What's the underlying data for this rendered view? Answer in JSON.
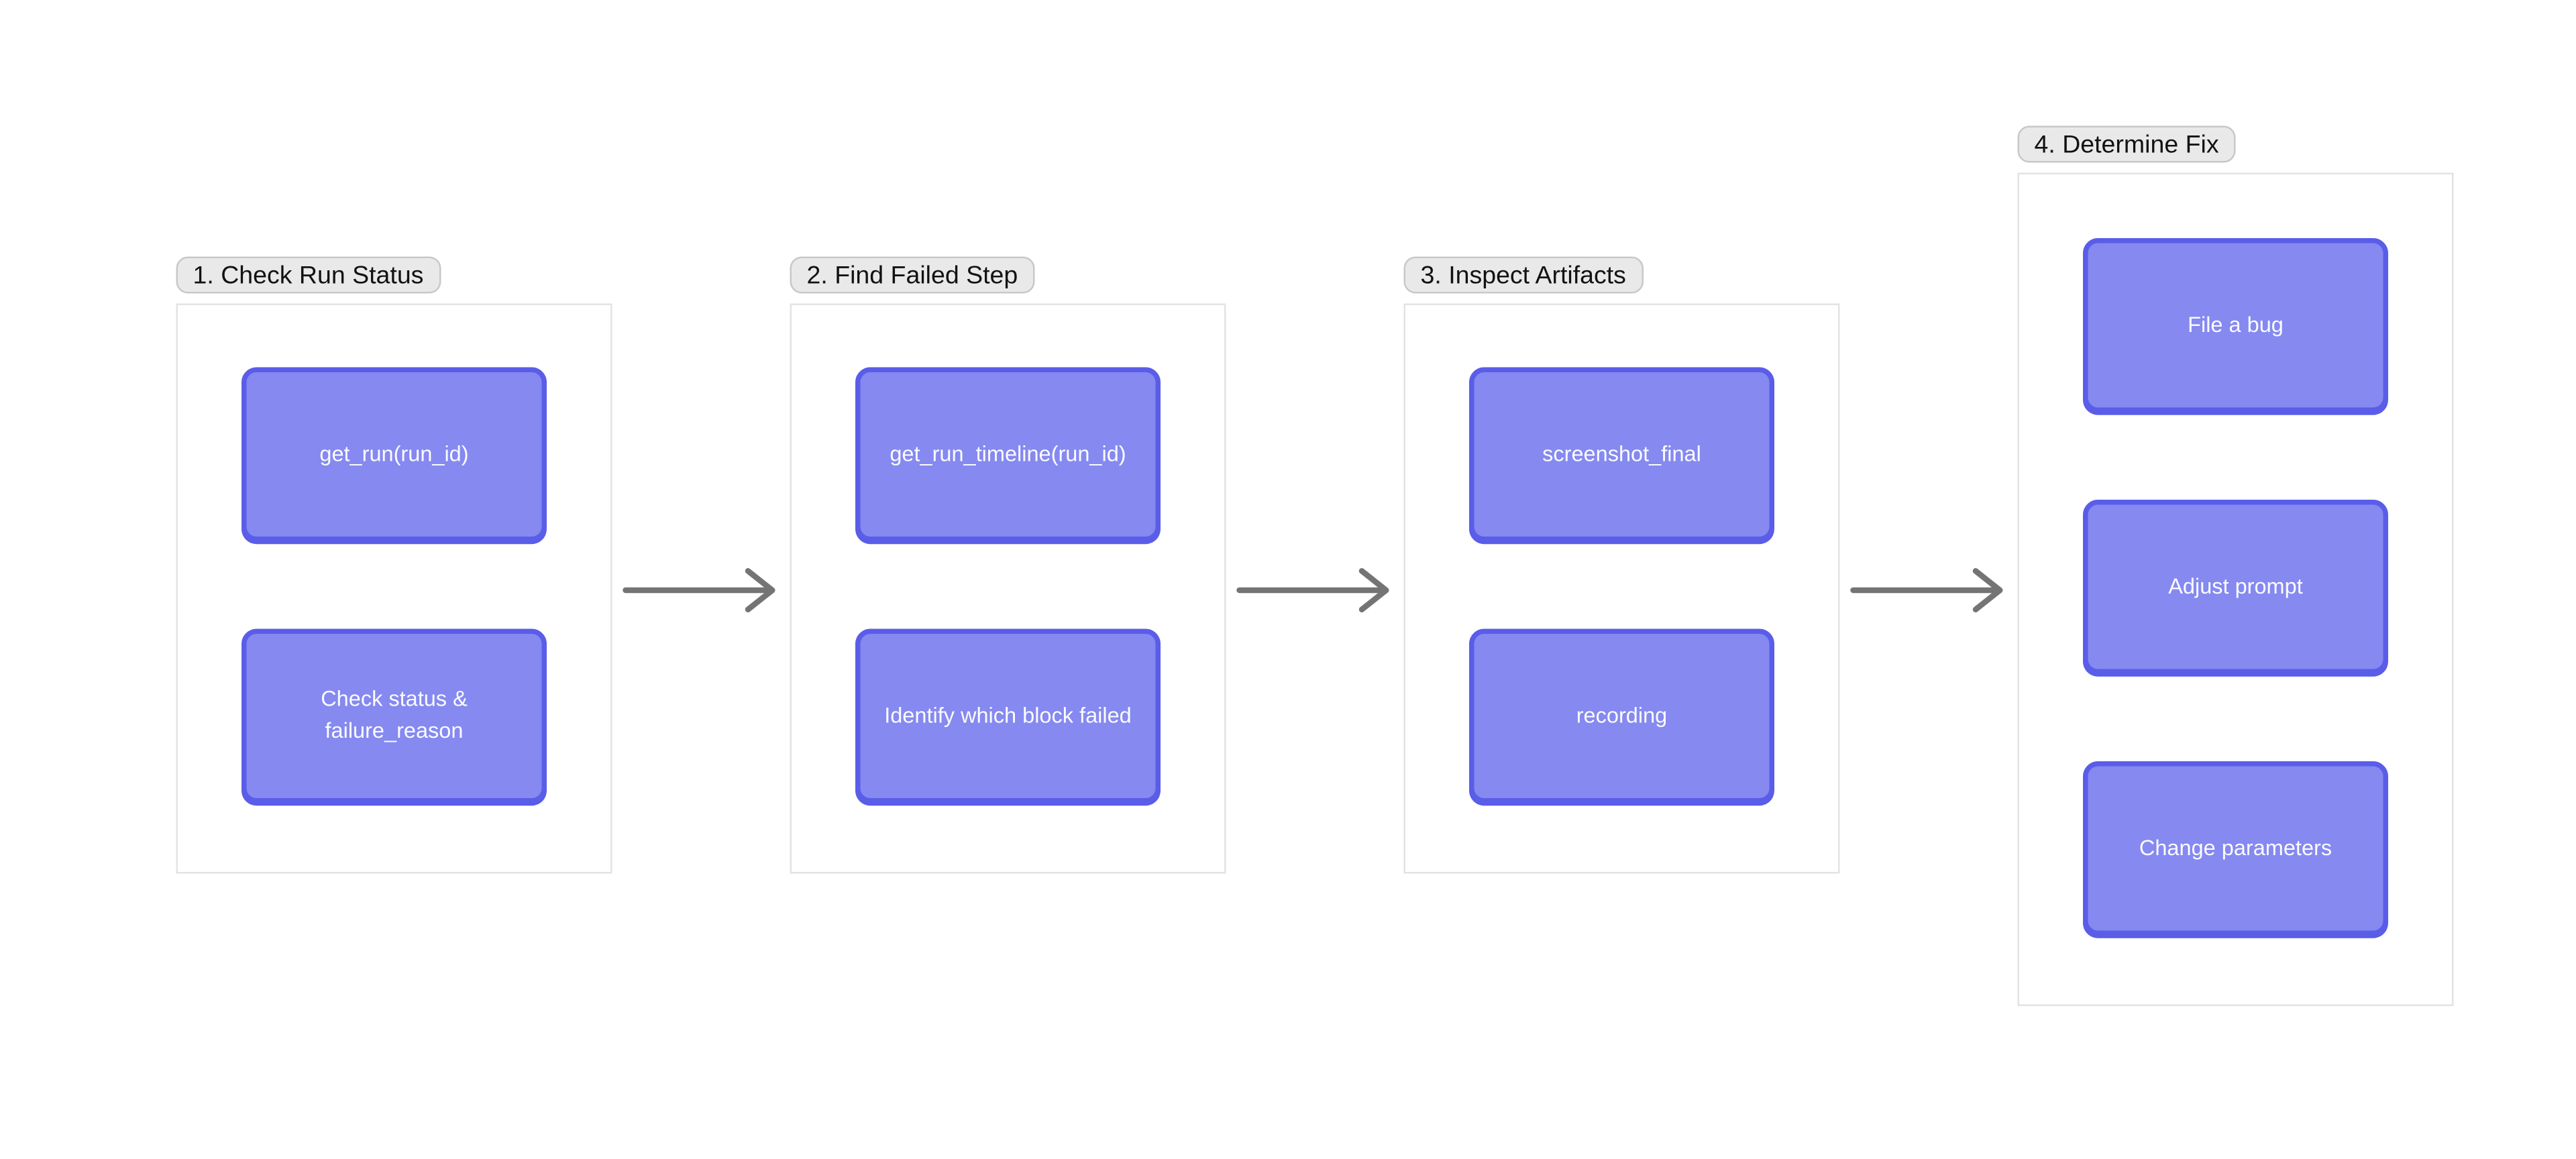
{
  "diagram": {
    "title_hint": "Run failure triage flow",
    "groups": [
      {
        "label": "1. Check Run Status",
        "boxes": [
          "get_run(run_id)",
          "Check status & failure_reason"
        ]
      },
      {
        "label": "2. Find Failed Step",
        "boxes": [
          "get_run_timeline(run_id)",
          "Identify which block failed"
        ]
      },
      {
        "label": "3. Inspect Artifacts",
        "boxes": [
          "screenshot_final",
          "recording"
        ]
      },
      {
        "label": "4. Determine Fix",
        "boxes": [
          "File a bug",
          "Adjust prompt",
          "Change parameters"
        ]
      }
    ],
    "arrows": [
      {
        "from": "1. Check Run Status",
        "to": "2. Find Failed Step"
      },
      {
        "from": "2. Find Failed Step",
        "to": "3. Inspect Artifacts"
      },
      {
        "from": "3. Inspect Artifacts",
        "to": "4. Determine Fix"
      }
    ],
    "colors": {
      "node_fill": "#8589f0",
      "node_border": "#5a5de8",
      "node_text": "#fbfbfe",
      "stage_label_bg": "#e9e9e9",
      "stage_label_border": "#c8c8c8",
      "stage_label_text": "#121212",
      "frame_border": "#e3e3e3",
      "frame_bg": "#ffffff",
      "arrow": "#747474",
      "page_bg": "#ffffff"
    }
  }
}
